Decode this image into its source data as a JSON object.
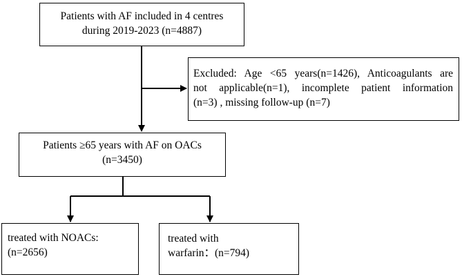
{
  "nodes": {
    "top": {
      "lines": [
        "Patients with AF included in 4 centres",
        "during 2019-2023 (n=4887)"
      ]
    },
    "excluded": {
      "lines": [
        "Excluded: Age <65 years(n=1426), Anticoagulants  are",
        "not applicable(n=1), incomplete patient information",
        "(n=3) , missing follow-up (n=7)"
      ]
    },
    "middle": {
      "lines": [
        "Patients ≥65 years with AF on OACs",
        "(n=3450)"
      ]
    },
    "noacs": {
      "lines": [
        "treated with NOACs:",
        "(n=2656)"
      ]
    },
    "warfarin": {
      "lines": [
        "treated with",
        "warfarin：(n=794)"
      ]
    }
  },
  "colors": {
    "line": "#000000",
    "box_border": "#000000",
    "background": "#ffffff"
  }
}
